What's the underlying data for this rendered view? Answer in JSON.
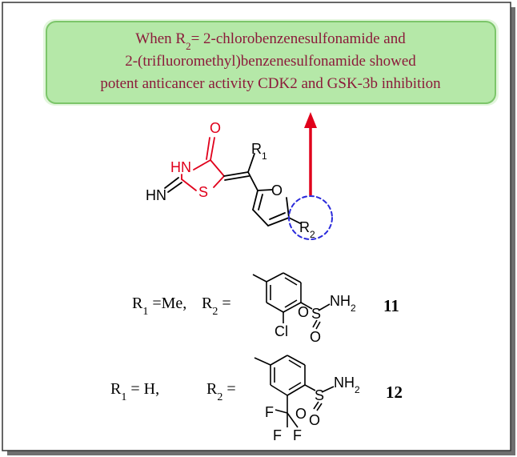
{
  "callout": {
    "line1": "When R",
    "line1_sub": "2",
    "line1_rest": "= 2-chlorobenzenesulfonamide and",
    "line2": "2-(trifluoromethyl)benzenesulfonamide showed",
    "line3": "potent anticancer activity CDK2 and GSK-3b inhibition"
  },
  "scaffold": {
    "O": "O",
    "HN": "HN",
    "S": "S",
    "HN_imine": "HN",
    "R1": "R",
    "R1_sub": "1",
    "O_furan": "O",
    "R2": "R",
    "R2_sub": "2"
  },
  "compound11": {
    "r1_label": "R",
    "r1_sub": "1",
    "r1_value": " =Me,",
    "r2_label": "R",
    "r2_sub": "2",
    "r2_eq": " =",
    "S": "S",
    "NH2": "NH",
    "NH2_sub": "2",
    "O1": "O",
    "O2": "O",
    "Cl": "Cl",
    "number": "11"
  },
  "compound12": {
    "r1_label": "R",
    "r1_sub": "1",
    "r1_value": " =  H,",
    "r2_label": "R",
    "r2_sub": "2",
    "r2_eq": " =",
    "S": "S",
    "NH2": "NH",
    "NH2_sub": "2",
    "O1": "O",
    "O2": "O",
    "F1": "F",
    "F2": "F",
    "F3": "F",
    "number": "12"
  },
  "colors": {
    "callout_fill": "#b5e8a8",
    "callout_border": "#7cc66a",
    "callout_text": "#8b1a3a",
    "arrow": "#e0001b",
    "ring_red": "#e0001b",
    "dashed_circle": "#2a2adb",
    "bond": "#000000"
  }
}
